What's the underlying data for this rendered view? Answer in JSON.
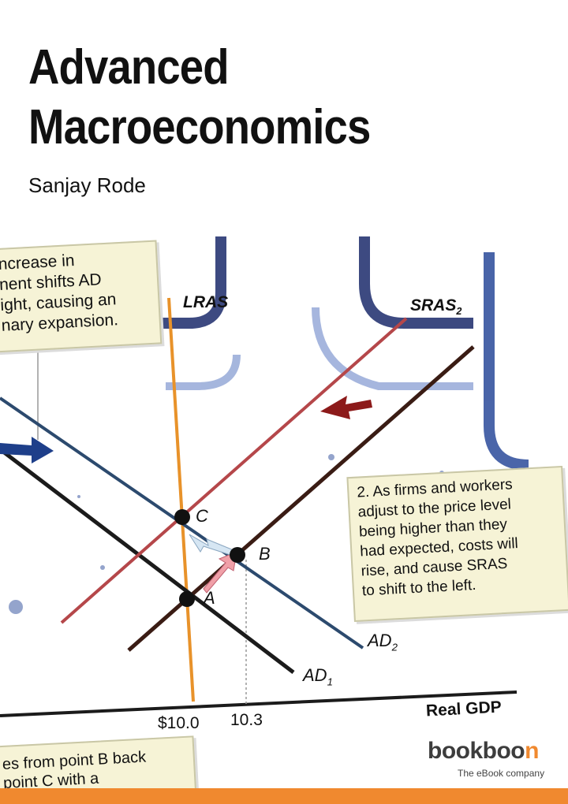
{
  "cover": {
    "title_line1": "Advanced",
    "title_line2": "Macroeconomics",
    "author": "Sanjay Rode"
  },
  "figure": {
    "callout_1_lines": [
      "ncrease in",
      "nent shifts AD",
      "ight, causing an",
      "nary expansion."
    ],
    "callout_2_lines": [
      "2. As firms and workers",
      "adjust to the price level",
      "being higher than they",
      "had expected, costs will",
      "rise, and cause SRAS",
      "to shift to the left."
    ],
    "callout_3_lines": [
      "es from point B back",
      "point C with a"
    ],
    "curve_labels": {
      "lras": "LRAS",
      "sras2": "SRAS",
      "sras2_sub": "2",
      "ad1": "AD",
      "ad1_sub": "1",
      "ad2": "AD",
      "ad2_sub": "2"
    },
    "points": [
      "A",
      "B",
      "C"
    ],
    "x_axis_label": "Real GDP",
    "x_ticks": [
      "$10.0",
      "10.3"
    ],
    "colors": {
      "lras": "#e8922a",
      "sras": "#3a1c14",
      "sras2": "#b5474a",
      "ad": "#1b1b1b",
      "ad2": "#2c4a6e",
      "arrow_blue": "#1e3f8a",
      "arrow_red": "#8c1a1a",
      "arrow_pink": "#f0a0a8",
      "arrow_lightblue": "#d6e6f3"
    }
  },
  "publisher": {
    "logo_main": "bookboo",
    "logo_accent": "n",
    "tagline": "The eBook company"
  },
  "brand_color": "#f0892f"
}
